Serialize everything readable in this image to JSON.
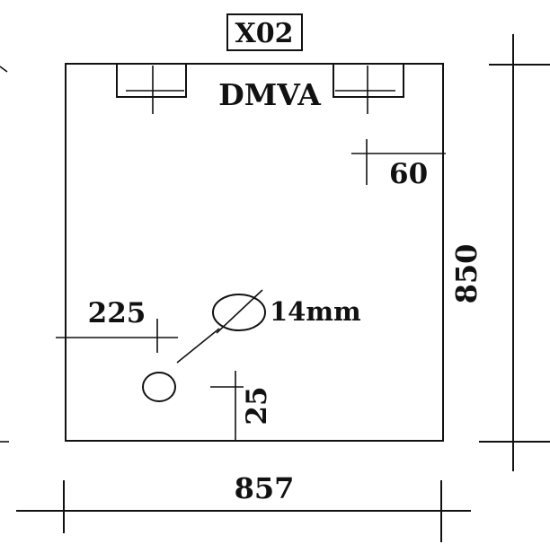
{
  "panel_code": "X02",
  "brand_label": "DMVA",
  "dimensions": {
    "width": "857",
    "height": "850",
    "top_right_offset": "60",
    "hole_left_offset": "225",
    "hole_bottom_offset": "25",
    "hole_diameter": "14mm"
  },
  "colors": {
    "line": "#111111",
    "background": "#ffffff"
  }
}
